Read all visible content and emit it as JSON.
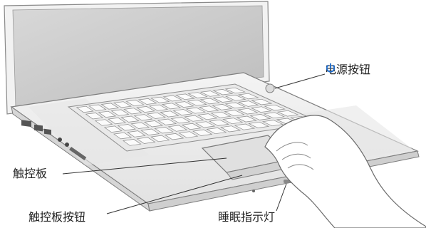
{
  "labels": {
    "power_button": "电源按钮",
    "trackpad": "触控板",
    "trackpad_button": "触控板按钮",
    "sleep_indicator": "睡眠指示灯"
  },
  "icons": {
    "power_symbol": "power-icon"
  },
  "colors": {
    "power_icon": "#1f6fd1",
    "label_text": "#222222",
    "leader_line": "#333333"
  }
}
